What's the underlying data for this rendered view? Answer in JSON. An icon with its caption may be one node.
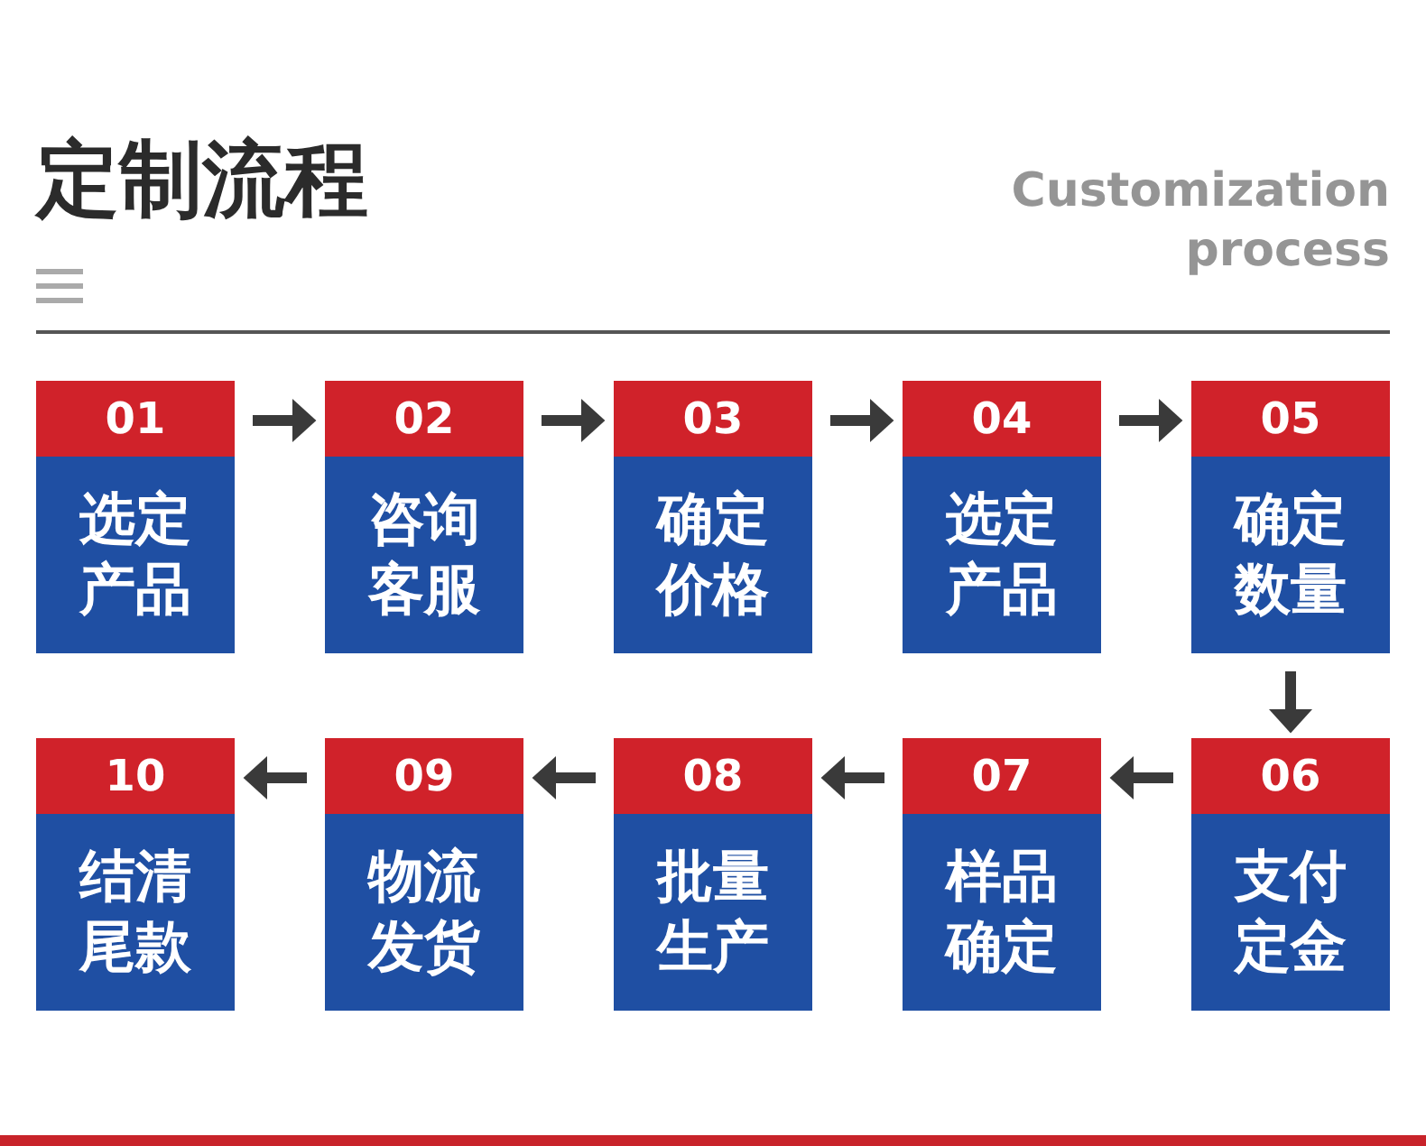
{
  "diagram": {
    "title": "定制流程",
    "nodes": [
      {
        "text": [
          "01",
          "选定产品"
        ]
      },
      {
        "text": [
          "02",
          "咨询客服"
        ]
      },
      {
        "text": [
          "03",
          "确定价格"
        ]
      },
      {
        "text": [
          "04",
          "选定产品"
        ]
      },
      {
        "text": [
          "05",
          "确定数量"
        ]
      },
      {
        "text": [
          "06",
          "支付定金"
        ]
      },
      {
        "text": [
          "07",
          "样品确定"
        ]
      },
      {
        "text": [
          "08",
          "批量生产"
        ]
      },
      {
        "text": [
          "09",
          "物流发货"
        ]
      },
      {
        "text": [
          "10",
          "结清尾款"
        ]
      }
    ],
    "edges": [
      {
        "from": 0,
        "to": 1,
        "arrow": "to"
      },
      {
        "from": 1,
        "to": 2,
        "arrow": "to"
      },
      {
        "from": 2,
        "to": 3,
        "arrow": "to"
      },
      {
        "from": 3,
        "to": 4,
        "arrow": "to"
      },
      {
        "from": 4,
        "to": 5,
        "arrow": "to"
      },
      {
        "from": 5,
        "to": 6,
        "arrow": "to"
      },
      {
        "from": 6,
        "to": 7,
        "arrow": "to"
      },
      {
        "from": 7,
        "to": 8,
        "arrow": "to"
      },
      {
        "from": 8,
        "to": 9,
        "arrow": "to"
      }
    ],
    "labels": [
      "Customization process"
    ]
  }
}
